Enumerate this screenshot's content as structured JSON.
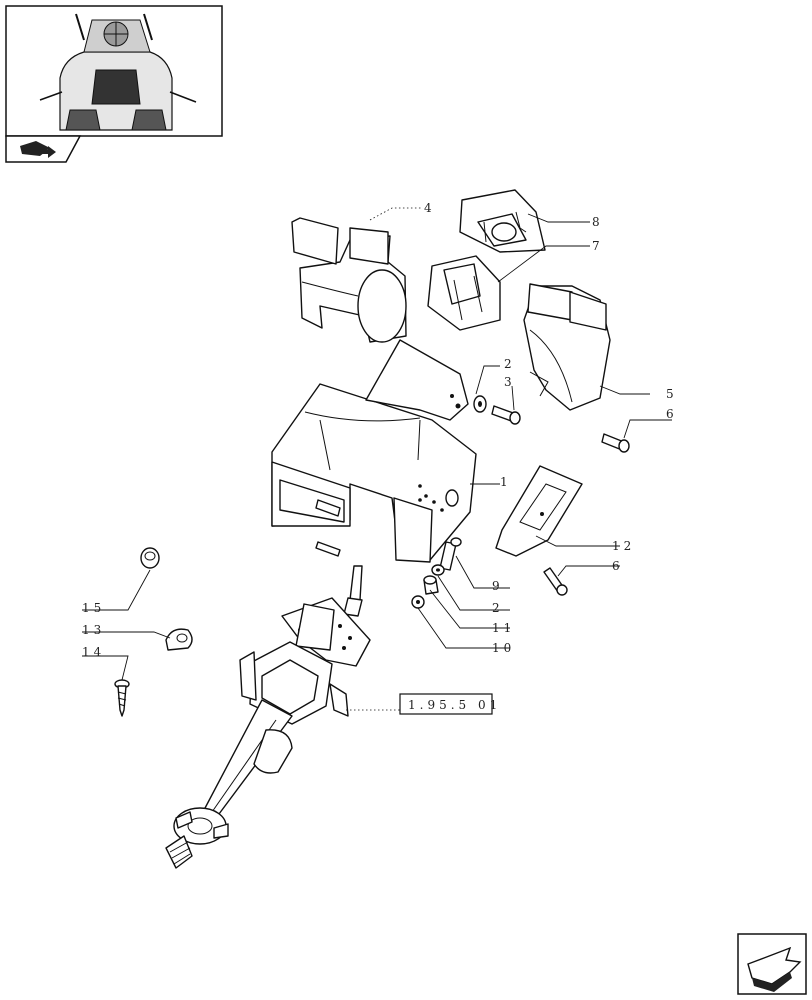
{
  "callouts": {
    "c1": "1",
    "c2a": "2",
    "c2b": "2",
    "c3": "3",
    "c4": "4",
    "c5": "5",
    "c6a": "6",
    "c6b": "6",
    "c7": "7",
    "c8": "8",
    "c9": "9",
    "c10": "10",
    "c11": "11",
    "c12": "12",
    "c13": "13",
    "c14": "14",
    "c15": "15"
  },
  "reference_box": {
    "label": "1.95.5 01"
  },
  "icons": {
    "thumbnail": "tractor-cab-thumbnail-icon",
    "thumbnail_tag": "book-arrow-icon",
    "next_page": "next-page-arrow-icon"
  }
}
